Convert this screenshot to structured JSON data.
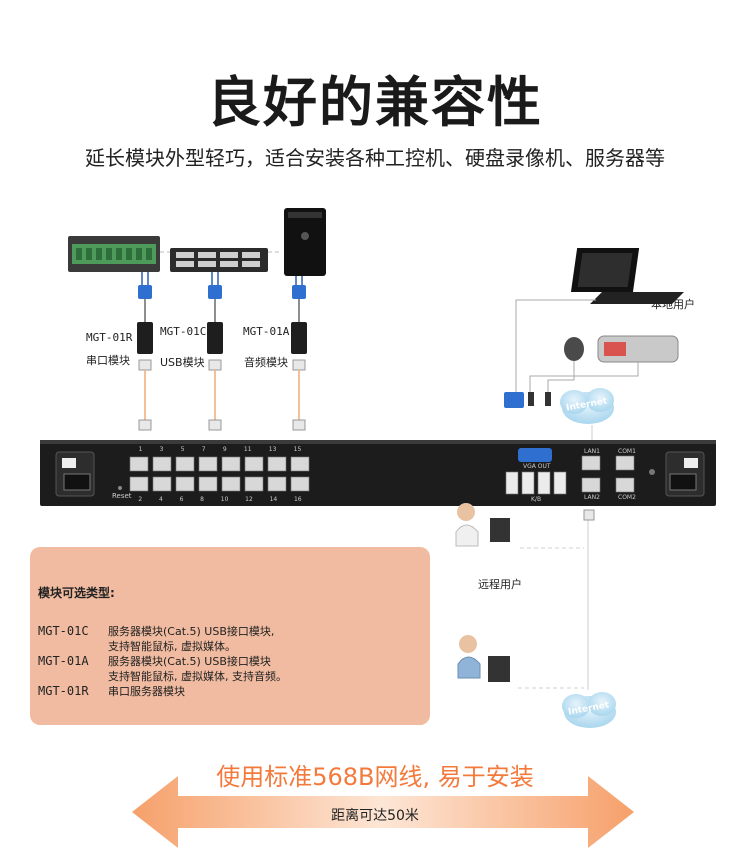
{
  "title": "良好的兼容性",
  "subtitle": "延长模块外型轻巧，适合安装各种工控机、硬盘录像机、服务器等",
  "modules": [
    {
      "model": "MGT-01R",
      "name": "串口模块"
    },
    {
      "model": "MGT-01C",
      "name": "USB模块"
    },
    {
      "model": "MGT-01A",
      "name": "音频模块"
    }
  ],
  "local_user": "本地用户",
  "remote_user": "远程用户",
  "internet_label": "Internet",
  "switch": {
    "reset": "Reset",
    "vga_out": "VGA OUT",
    "kb": "K/B",
    "lan1": "LAN1",
    "lan2": "LAN2",
    "com1": "COM1",
    "com2": "COM2",
    "ports_top": [
      "1",
      "3",
      "5",
      "7",
      "9",
      "11",
      "13",
      "15"
    ],
    "ports_bottom": [
      "2",
      "4",
      "6",
      "8",
      "10",
      "12",
      "14",
      "16"
    ]
  },
  "options": {
    "heading": "模块可选类型:",
    "lines": [
      {
        "code": "MGT-01C",
        "desc": "服务器模块(Cat.5) USB接口模块,"
      },
      {
        "code": "",
        "desc": "支持智能鼠标, 虚拟媒体。"
      },
      {
        "code": "MGT-01A",
        "desc": "服务器模块(Cat.5) USB接口模块"
      },
      {
        "code": "",
        "desc": "支持智能鼠标, 虚拟媒体, 支持音频。"
      },
      {
        "code": "MGT-01R",
        "desc": "串口服务器模块"
      }
    ]
  },
  "slogan": "使用标准568B网线, 易于安装",
  "distance": "距离可达50米",
  "colors": {
    "accent": "#f47a3c",
    "panel": "#f0bba0",
    "cable": "#f2b98f",
    "device": "#1c1c1c"
  }
}
